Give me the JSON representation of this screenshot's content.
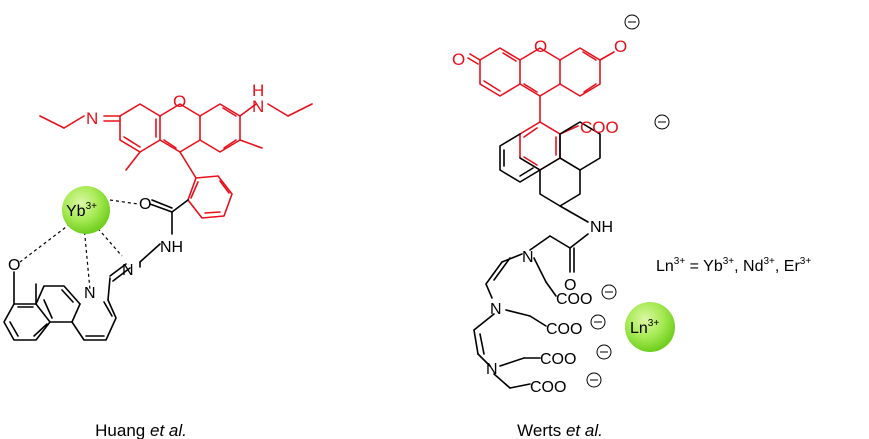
{
  "left_structure": {
    "caption_author": "Huang",
    "caption_etal": "et al.",
    "metal_label": "Yb",
    "metal_charge": "3+",
    "atoms": {
      "n_imine_left": "N",
      "o_xanthene": "O",
      "nh_amine": "H",
      "n_amine": "N",
      "o_carbonyl": "O",
      "nh_hydrazide": "NH",
      "n_hydrazone": "N",
      "o_phenol": "O",
      "n_quinoline": "N"
    }
  },
  "right_structure": {
    "caption_author": "Werts",
    "caption_etal": "et al.",
    "metal_label": "Ln",
    "metal_charge": "3+",
    "atoms": {
      "o_ketone": "O",
      "o_xanthene": "O",
      "o_phenolate": "O",
      "coo_aryl": "COO",
      "nh_amide": "NH",
      "o_amide": "O",
      "n1": "N",
      "n2": "N",
      "n3": "N",
      "coo_1": "COO",
      "coo_2": "COO",
      "coo_3": "COO",
      "coo_4": "COO"
    },
    "legend": {
      "lhs": "Ln",
      "lhs_charge": "3+",
      "eq": " = ",
      "m1": "Yb",
      "m1_charge": "3+",
      "sep1": ", ",
      "m2": "Nd",
      "m2_charge": "3+",
      "sep2": ", ",
      "m3": "Er",
      "m3_charge": "3+"
    }
  },
  "colors": {
    "fluorophore": "#e8101c",
    "bonds": "#000000",
    "metal_sphere_light": "#dcf7a6",
    "metal_sphere_dark": "#6fce1e"
  }
}
